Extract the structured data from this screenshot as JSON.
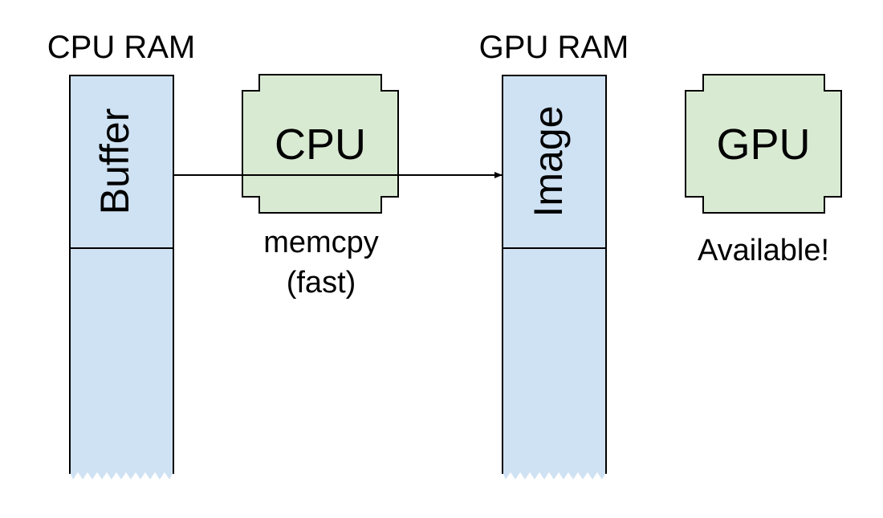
{
  "colors": {
    "memory_fill": "#cfe2f3",
    "processor_fill": "#d9ead3",
    "stroke": "#000000",
    "background": "#ffffff"
  },
  "memories": [
    {
      "id": "cpu-ram",
      "title": "CPU RAM",
      "block_label": "Buffer"
    },
    {
      "id": "gpu-ram",
      "title": "GPU RAM",
      "block_label": "Image"
    }
  ],
  "processors": [
    {
      "id": "cpu",
      "label": "CPU",
      "caption_lines": [
        "memcpy",
        "(fast)"
      ]
    },
    {
      "id": "gpu",
      "label": "GPU",
      "caption_lines": [
        "Available!"
      ]
    }
  ],
  "arrow": {
    "from": "Buffer",
    "to": "Image"
  }
}
